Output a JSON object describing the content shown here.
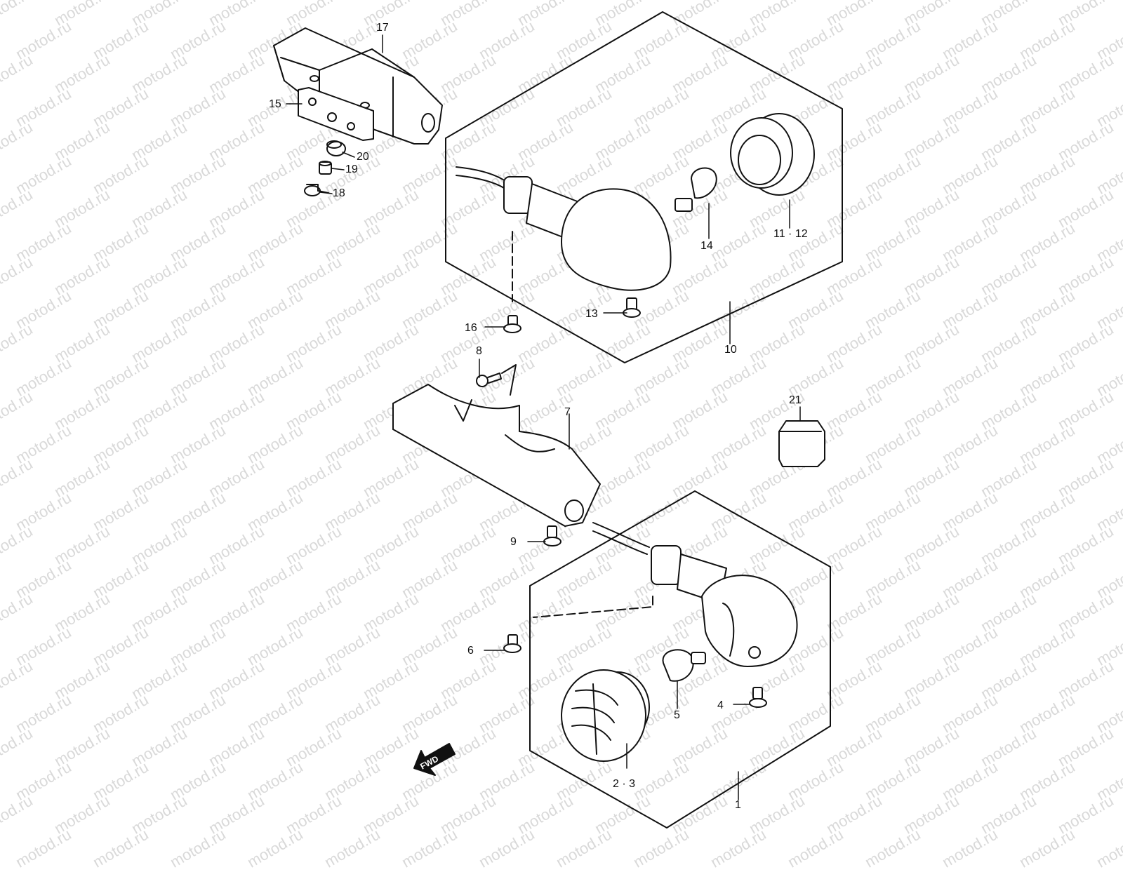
{
  "watermark": "motod.ru",
  "direction_badge": "FWD",
  "callouts": {
    "c1": "1",
    "c2_3": "2 · 3",
    "c4": "4",
    "c5": "5",
    "c6": "6",
    "c7": "7",
    "c8": "8",
    "c9": "9",
    "c10": "10",
    "c11_12": "11 · 12",
    "c13": "13",
    "c14": "14",
    "c15": "15",
    "c16": "16",
    "c17": "17",
    "c18": "18",
    "c19": "19",
    "c20": "20",
    "c21": "21"
  }
}
